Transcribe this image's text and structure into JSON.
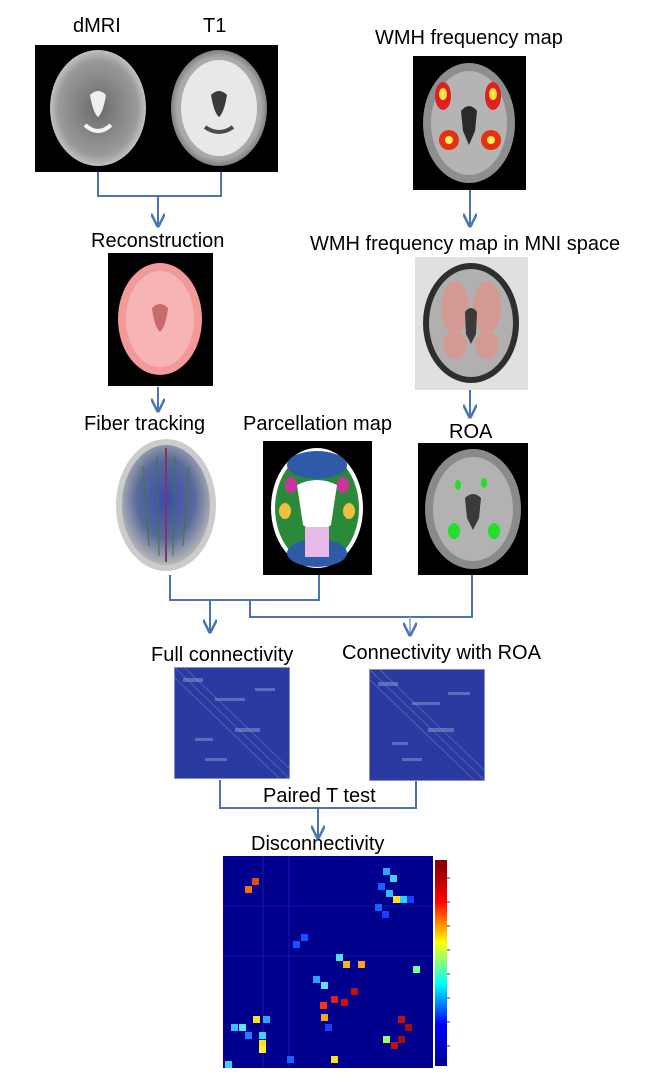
{
  "labels": {
    "dmri": "dMRI",
    "t1": "T1",
    "wmh_map": "WMH frequency map",
    "reconstruction": "Reconstruction",
    "wmh_mni": "WMH frequency map in MNI space",
    "fiber_tracking": "Fiber tracking",
    "parcellation": "Parcellation map",
    "roa": "ROA",
    "full_connectivity": "Full connectivity",
    "connectivity_roa": "Connectivity with ROA",
    "paired_t": "Paired T test",
    "disconnectivity": "Disconnectivity"
  },
  "colors": {
    "arrow": "#4a74b4",
    "matrix_bg": "#2b3aa0",
    "heatmap_bg": "#00008f",
    "roa_green": "#22e02a",
    "recon_red": "#f4a3a3"
  }
}
